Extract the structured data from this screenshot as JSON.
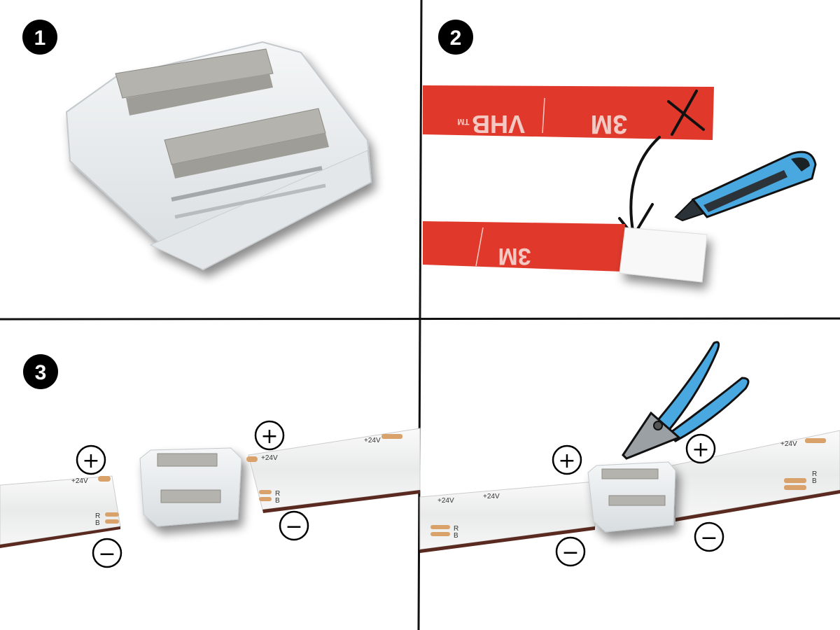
{
  "steps": {
    "step1": {
      "number": "1"
    },
    "step2": {
      "number": "2"
    },
    "step3": {
      "number": "3"
    }
  },
  "tape": {
    "brand": "3M",
    "product": "VHB",
    "trademark": "TM"
  },
  "strip_labels": {
    "voltage": "+24V",
    "r": "R",
    "b": "B"
  },
  "polarity": {
    "plus": "+",
    "minus": "−"
  },
  "colors": {
    "tape_red": "#e0392b",
    "tool_blue": "#4aa8e0",
    "copper": "#d9a26a"
  }
}
